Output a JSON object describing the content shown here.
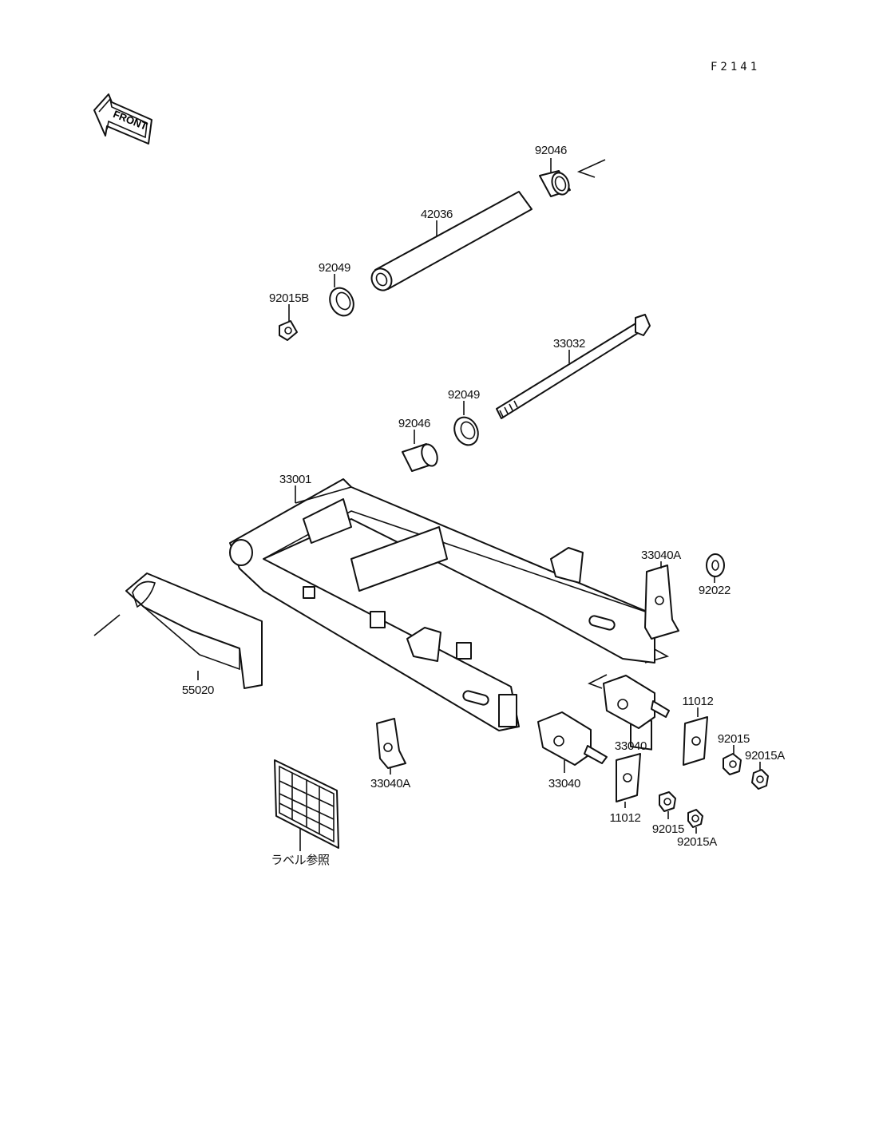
{
  "figure_code": "F2141",
  "front_arrow": "FRONT",
  "parts": [
    {
      "id": "92046_top",
      "label": "92046"
    },
    {
      "id": "42036",
      "label": "42036"
    },
    {
      "id": "92049_top",
      "label": "92049"
    },
    {
      "id": "92015B",
      "label": "92015B"
    },
    {
      "id": "33032",
      "label": "33032"
    },
    {
      "id": "92049_low",
      "label": "92049"
    },
    {
      "id": "92046_low",
      "label": "92046"
    },
    {
      "id": "33001",
      "label": "33001"
    },
    {
      "id": "33040A_right",
      "label": "33040A"
    },
    {
      "id": "92022",
      "label": "92022"
    },
    {
      "id": "55020",
      "label": "55020"
    },
    {
      "id": "11012_right",
      "label": "11012"
    },
    {
      "id": "33040_right",
      "label": "33040"
    },
    {
      "id": "92015_right",
      "label": "92015"
    },
    {
      "id": "92015A_right",
      "label": "92015A"
    },
    {
      "id": "33040A_left",
      "label": "33040A"
    },
    {
      "id": "33040_left",
      "label": "33040"
    },
    {
      "id": "11012_left",
      "label": "11012"
    },
    {
      "id": "92015_left",
      "label": "92015"
    },
    {
      "id": "92015A_left",
      "label": "92015A"
    },
    {
      "id": "label_ref",
      "label": "ラベル参照"
    }
  ]
}
